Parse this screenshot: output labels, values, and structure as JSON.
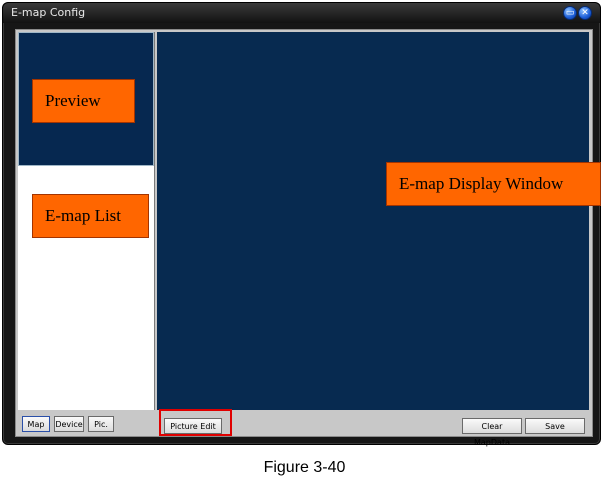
{
  "window": {
    "title": "E-map Config"
  },
  "titlebar_buttons": {
    "minimize_icon": "minimize-icon",
    "close_icon": "close-icon",
    "close_glyph": "✕",
    "minimize_glyph": "▭"
  },
  "callouts": {
    "preview": "Preview",
    "emap_list": "E-map List",
    "display": "E-map Display Window"
  },
  "bottom_tabs": {
    "map": "Map",
    "device": "Device",
    "pic": "Pic."
  },
  "buttons": {
    "picture_edit": "Picture Edit",
    "clear_mapdata": "Clear MapData",
    "save": "Save"
  },
  "caption": "Figure 3-40",
  "colors": {
    "display_bg": "#072a50",
    "callout_bg": "#ff6600",
    "highlight": "#e00000"
  }
}
